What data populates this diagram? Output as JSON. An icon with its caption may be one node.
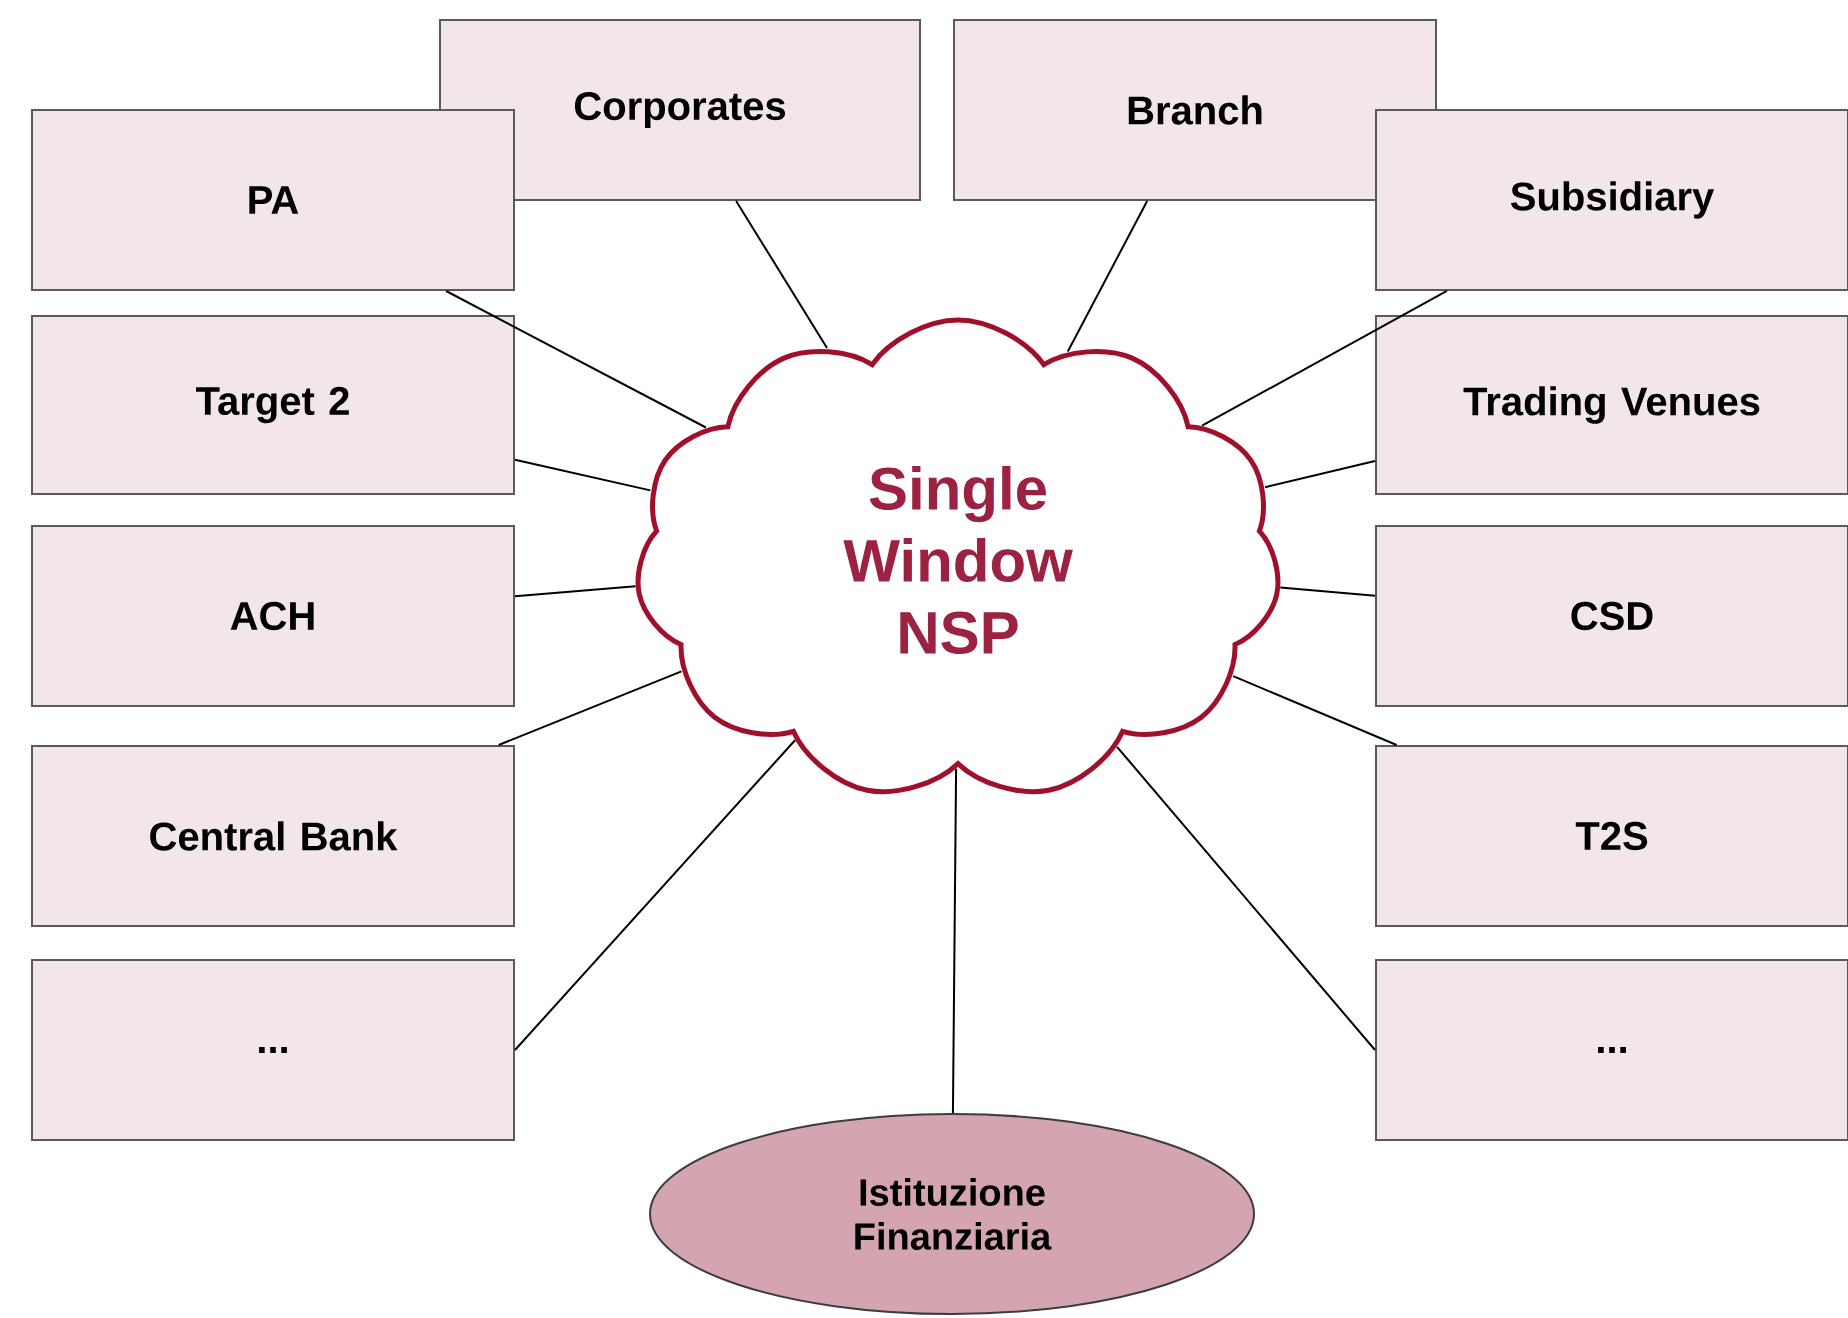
{
  "diagram": {
    "nodes": [
      {
        "text": [
          "Single Window NSP"
        ]
      },
      {
        "text": [
          "Corporates"
        ]
      },
      {
        "text": [
          "Branch"
        ]
      },
      {
        "text": [
          "PA"
        ]
      },
      {
        "text": [
          "Subsidiary"
        ]
      },
      {
        "text": [
          "Target 2"
        ]
      },
      {
        "text": [
          "Trading Venues"
        ]
      },
      {
        "text": [
          "ACH"
        ]
      },
      {
        "text": [
          "CSD"
        ]
      },
      {
        "text": [
          "Central Bank"
        ]
      },
      {
        "text": [
          "T2S"
        ]
      },
      {
        "text": [
          "..."
        ]
      },
      {
        "text": [
          "..."
        ]
      },
      {
        "text": [
          "Istituzione Finanziaria"
        ]
      }
    ],
    "edges": [
      {
        "from": 1,
        "to": 0,
        "arrow": "none"
      },
      {
        "from": 2,
        "to": 0,
        "arrow": "none"
      },
      {
        "from": 3,
        "to": 0,
        "arrow": "none"
      },
      {
        "from": 4,
        "to": 0,
        "arrow": "none"
      },
      {
        "from": 5,
        "to": 0,
        "arrow": "none"
      },
      {
        "from": 6,
        "to": 0,
        "arrow": "none"
      },
      {
        "from": 7,
        "to": 0,
        "arrow": "none"
      },
      {
        "from": 8,
        "to": 0,
        "arrow": "none"
      },
      {
        "from": 9,
        "to": 0,
        "arrow": "none"
      },
      {
        "from": 10,
        "to": 0,
        "arrow": "none"
      },
      {
        "from": 11,
        "to": 0,
        "arrow": "none"
      },
      {
        "from": 12,
        "to": 0,
        "arrow": "none"
      },
      {
        "from": 13,
        "to": 0,
        "arrow": "none"
      }
    ]
  }
}
